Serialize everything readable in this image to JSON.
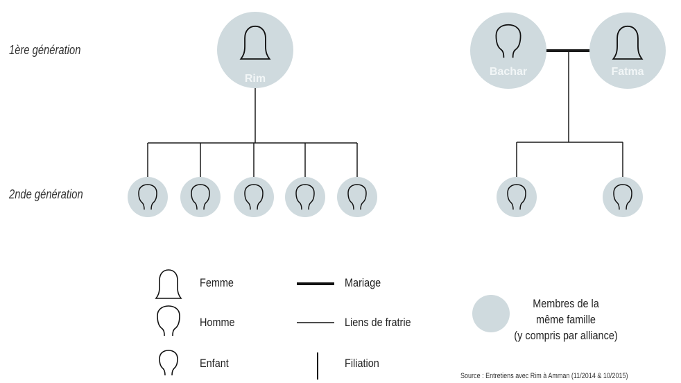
{
  "generations": {
    "first": "1ère génération",
    "second": "2nde génération"
  },
  "people": {
    "rim": "Rim",
    "bachar": "Bachar",
    "fatma": "Fatma"
  },
  "legend": {
    "femme": "Femme",
    "homme": "Homme",
    "enfant": "Enfant",
    "mariage": "Mariage",
    "fratrie": "Liens de fratrie",
    "filiation": "Filiation",
    "membres": [
      "Membres de la",
      "même famille",
      "(y compris par alliance)"
    ]
  },
  "source": "Source : Entretiens avec Rim à Amman (11/2014 & 10/2015)",
  "colors": {
    "member_circle": "#cfdade",
    "name_text": "#f2f6f7",
    "line": "#1a1a1a"
  },
  "icons": [
    "woman-icon",
    "man-icon",
    "child-icon"
  ]
}
